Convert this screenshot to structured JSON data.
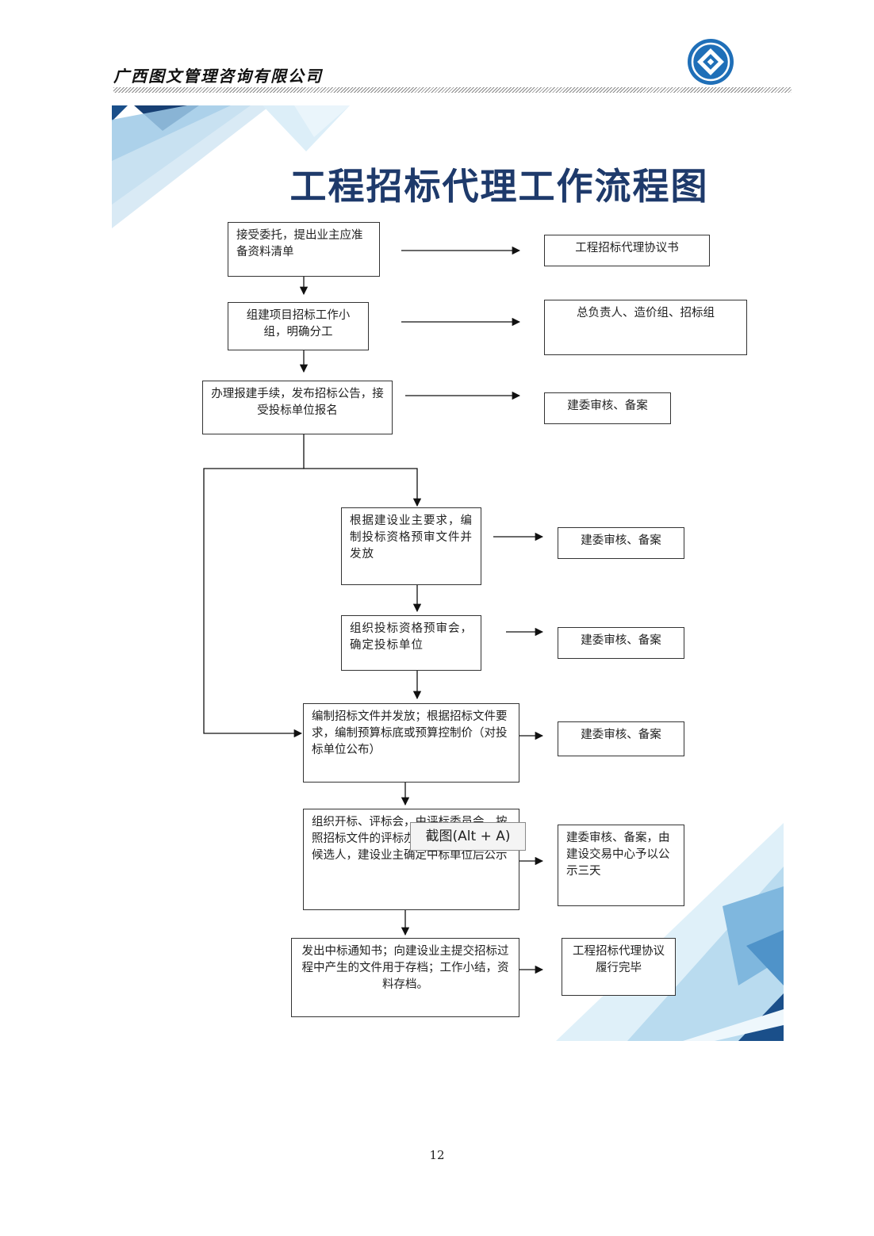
{
  "header": {
    "company": "广西图文管理咨询有限公司"
  },
  "figure": {
    "title": "工程招标代理工作流程图",
    "steps": [
      "接受委托，提出业主应准备资料清单",
      "组建项目招标工作小组，明确分工",
      "办理报建手续，发布招标公告，接受投标单位报名",
      "根据建设业主要求，编制投标资格预审文件并发放",
      "组织投标资格预审会，确定投标单位",
      "编制招标文件并发放；根据招标文件要求，编制预算标底或预算控制价（对投标单位公布）",
      "组织开标、评标会，由评标委员会，按照招标文件的评标办法评比，推荐中标候选人，建设业主确定中标单位后公示",
      "发出中标通知书；向建设业主提交招标过程中产生的文件用于存档；工作小结，资料存档。"
    ],
    "results": [
      "工程招标代理协议书",
      "总负责人、造价组、招标组",
      "建委审核、备案",
      "建委审核、备案",
      "建委审核、备案",
      "建委审核、备案",
      "建委审核、备案，由建设交易中心予以公示三天",
      "工程招标代理协议履行完毕"
    ],
    "tooltip": "截图(Alt + A)"
  },
  "footer": {
    "page_number": "12"
  },
  "colors": {
    "title": "#1e3a6b",
    "brand_blue": "#1f6fb8",
    "decor_light": "#9ec9e6"
  }
}
